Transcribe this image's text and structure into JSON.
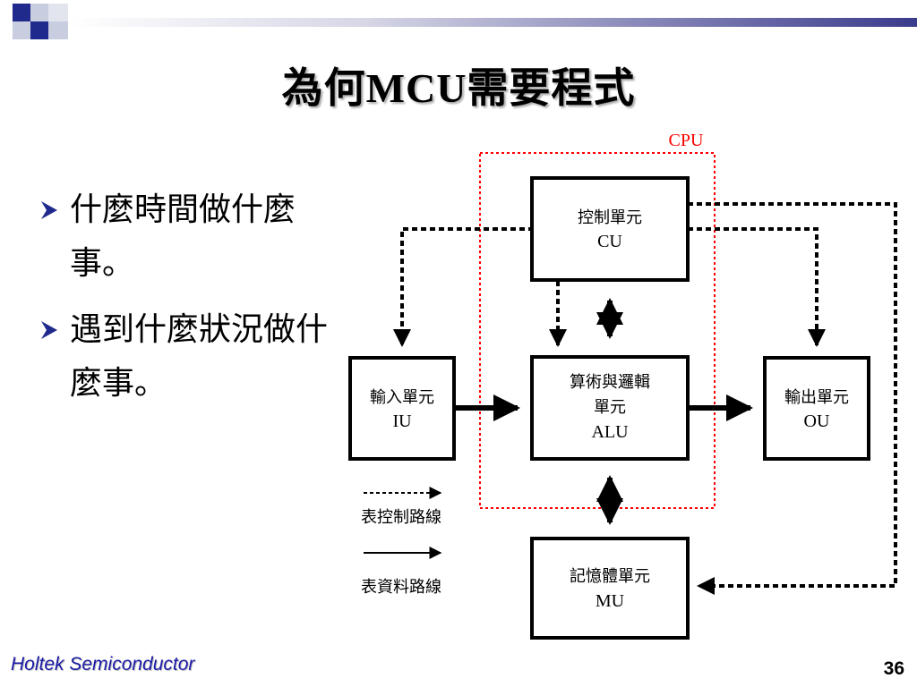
{
  "slide": {
    "title": "為何MCU需要程式",
    "page_number": "36",
    "footer_company": "Holtek Semiconductor"
  },
  "bullets": [
    {
      "text": "什麼時間做什麼事。"
    },
    {
      "text": "遇到什麼狀況做什麼事。"
    }
  ],
  "diagram": {
    "cpu_label": "CPU",
    "nodes": {
      "cu": {
        "name": "控制單元",
        "abbr": "CU"
      },
      "iu": {
        "name": "輸入單元",
        "abbr": "IU"
      },
      "alu": {
        "name_line1": "算術與邏輯",
        "name_line2": "單元",
        "abbr": "ALU"
      },
      "ou": {
        "name": "輸出單元",
        "abbr": "OU"
      },
      "mu": {
        "name": "記憶體單元",
        "abbr": "MU"
      }
    },
    "legend": {
      "control_path": "表控制路線",
      "data_path": "表資料路線"
    }
  },
  "colors": {
    "title_shadow": "#595959",
    "cpu_border": "#ff0000",
    "footer_text": "#1a1aa6",
    "bullet_arrow": "#1f2a8c",
    "header_gradient_start": "#ffffff",
    "header_gradient_end": "#3b3b8c"
  }
}
